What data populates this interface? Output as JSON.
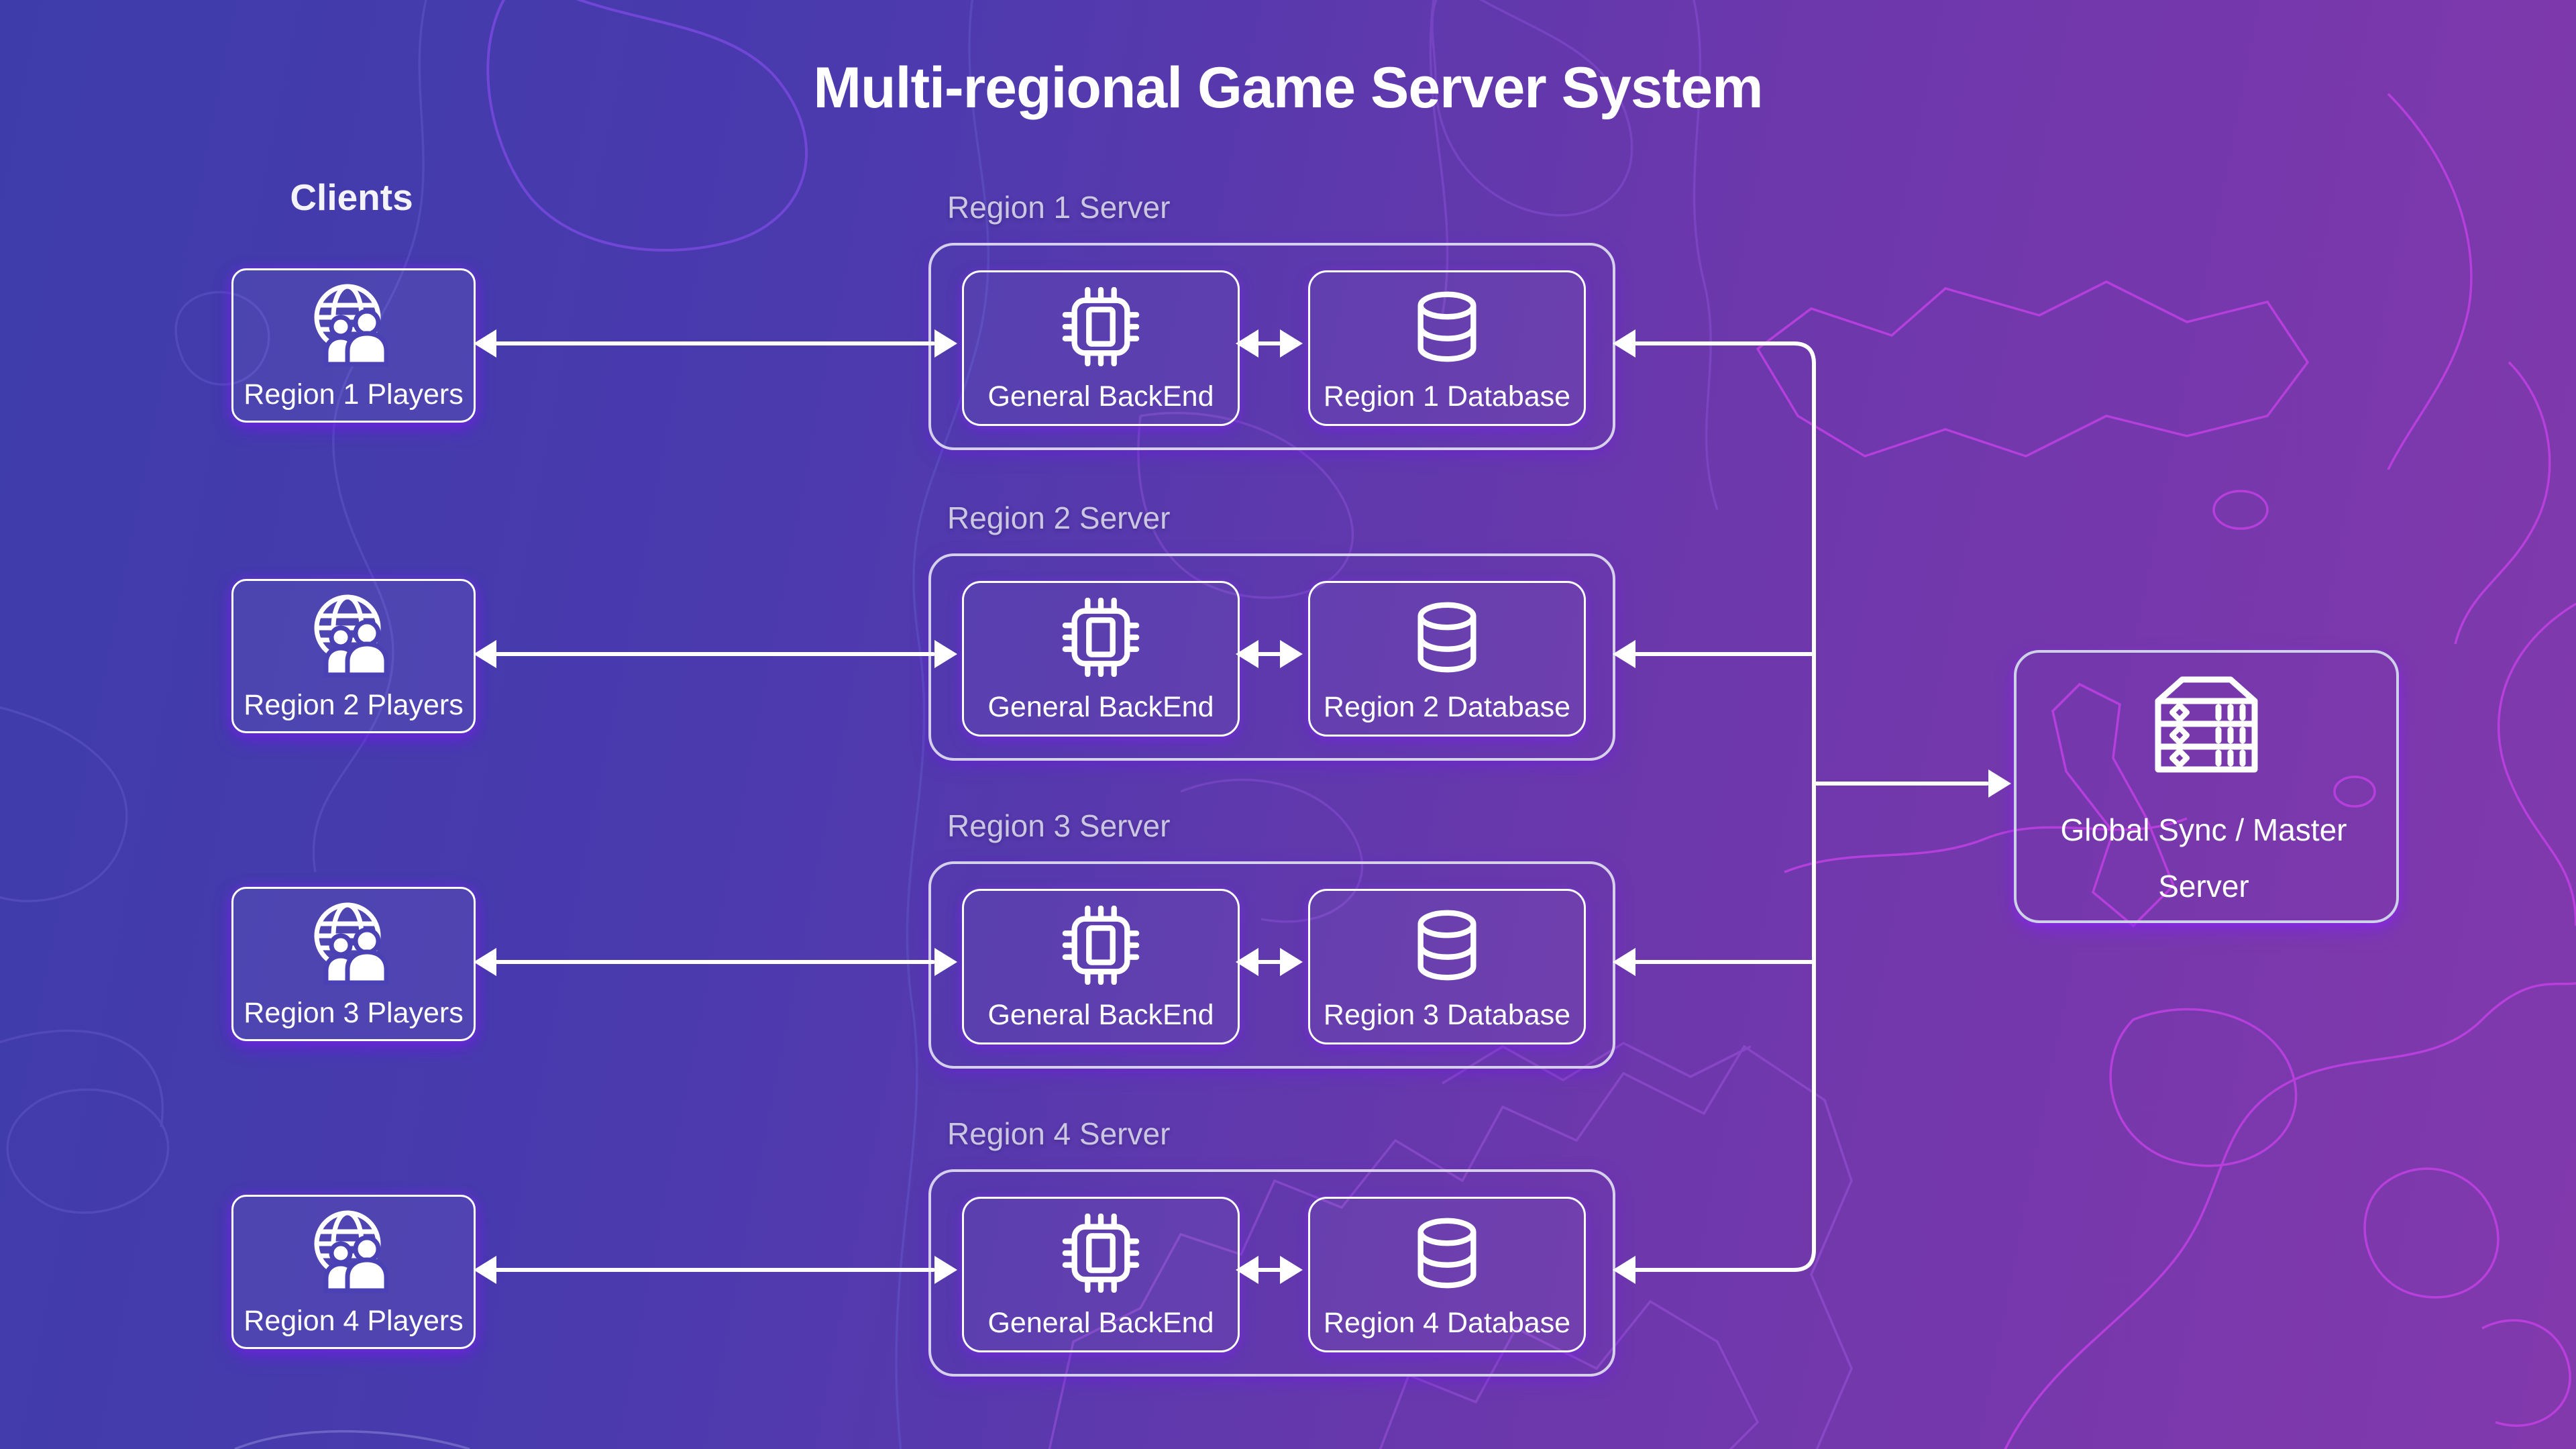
{
  "title": "Multi-regional Game Server System",
  "clients": {
    "heading": "Clients",
    "boxes": [
      {
        "label": "Region 1 Players",
        "icon": "globe-users-icon"
      },
      {
        "label": "Region 2 Players",
        "icon": "globe-users-icon"
      },
      {
        "label": "Region 3 Players",
        "icon": "globe-users-icon"
      },
      {
        "label": "Region 4 Players",
        "icon": "globe-users-icon"
      }
    ]
  },
  "regions": [
    {
      "group_label": "Region 1 Server",
      "backend": {
        "label": "General BackEnd",
        "icon": "cpu-chip-icon"
      },
      "database": {
        "label": "Region 1 Database",
        "icon": "database-icon"
      }
    },
    {
      "group_label": "Region 2 Server",
      "backend": {
        "label": "General BackEnd",
        "icon": "cpu-chip-icon"
      },
      "database": {
        "label": "Region 2 Database",
        "icon": "database-icon"
      }
    },
    {
      "group_label": "Region 3 Server",
      "backend": {
        "label": "General BackEnd",
        "icon": "cpu-chip-icon"
      },
      "database": {
        "label": "Region 3 Database",
        "icon": "database-icon"
      }
    },
    {
      "group_label": "Region 4 Server",
      "backend": {
        "label": "General BackEnd",
        "icon": "cpu-chip-icon"
      },
      "database": {
        "label": "Region 4 Database",
        "icon": "database-icon"
      }
    }
  ],
  "global_server": {
    "label_line1": "Global Sync / Master",
    "label_line2": "Server",
    "icon": "server-rack-icon"
  },
  "connections": {
    "players_backend": "bidirectional-arrow",
    "backend_database": "bidirectional-arrow",
    "database_trunk": "arrow-into-region",
    "trunk_global": "arrow-into-global"
  },
  "colors": {
    "background_left": "#3e3cab",
    "background_right": "#8239ac",
    "map_line_left": "#5f55c8",
    "map_line_center": "#8a4fd6",
    "map_line_right": "#c641e8",
    "node_border": "#ffffff",
    "group_border": "#e0ddf0",
    "global_border": "#ced2e8",
    "muted_label": "#cbc6e2",
    "accent_glow": "#7b2bf0",
    "connector": "#ffffff"
  }
}
